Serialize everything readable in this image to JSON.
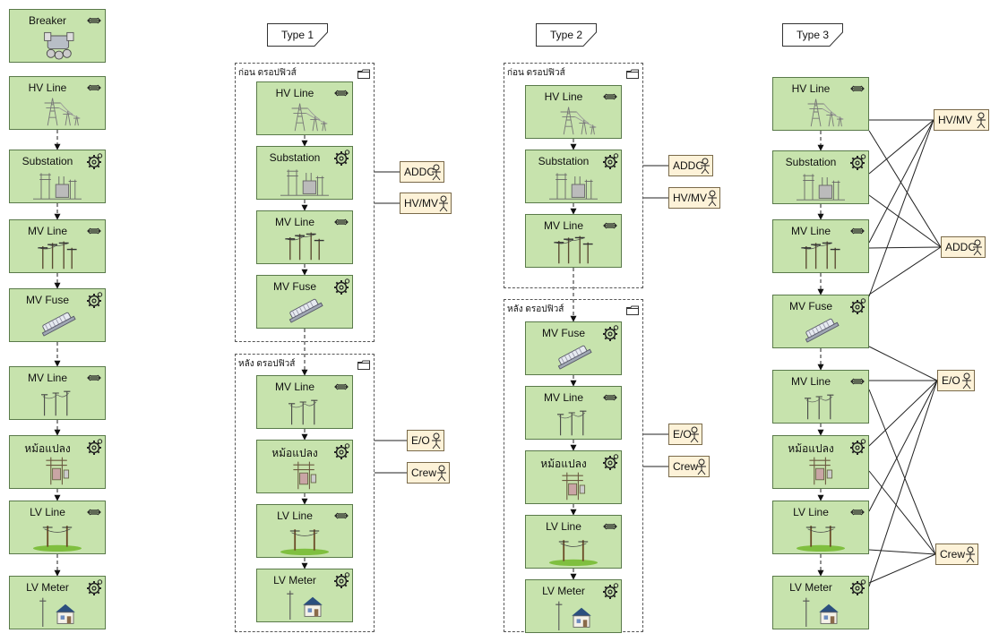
{
  "types": [
    {
      "label": "Type 1"
    },
    {
      "label": "Type 2"
    },
    {
      "label": "Type 3"
    }
  ],
  "groups": {
    "before": "ก่อน ดรอปฟิวส์",
    "after": "หลัง ดรอปฟิวส์"
  },
  "legend": [
    {
      "label": "Breaker",
      "badge": "flow",
      "pic": "breaker"
    },
    {
      "label": "HV Line",
      "badge": "flow",
      "pic": "hv"
    },
    {
      "label": "Substation",
      "badge": "gear",
      "pic": "substation"
    },
    {
      "label": "MV Line",
      "badge": "flow",
      "pic": "mv"
    },
    {
      "label": "MV Fuse",
      "badge": "gear",
      "pic": "fuse"
    },
    {
      "label": "MV Line",
      "badge": "flow",
      "pic": "mv2"
    },
    {
      "label": "หม้อแปลง",
      "badge": "gear",
      "pic": "transformer"
    },
    {
      "label": "LV Line",
      "badge": "flow",
      "pic": "lv"
    },
    {
      "label": "LV Meter",
      "badge": "gear",
      "pic": "meter"
    }
  ],
  "type1": {
    "before": [
      {
        "label": "HV Line",
        "badge": "flow",
        "pic": "hv"
      },
      {
        "label": "Substation",
        "badge": "gear",
        "pic": "substation"
      },
      {
        "label": "MV Line",
        "badge": "flow",
        "pic": "mv"
      },
      {
        "label": "MV Fuse",
        "badge": "gear",
        "pic": "fuse"
      }
    ],
    "after": [
      {
        "label": "MV Line",
        "badge": "flow",
        "pic": "mv2"
      },
      {
        "label": "หม้อแปลง",
        "badge": "gear",
        "pic": "transformer"
      },
      {
        "label": "LV Line",
        "badge": "flow",
        "pic": "lv"
      },
      {
        "label": "LV Meter",
        "badge": "gear",
        "pic": "meter"
      }
    ],
    "actors": [
      "ADDC",
      "HV/MV",
      "E/O",
      "Crew"
    ]
  },
  "type2": {
    "before": [
      {
        "label": "HV Line",
        "badge": "flow",
        "pic": "hv"
      },
      {
        "label": "Substation",
        "badge": "gear",
        "pic": "substation"
      },
      {
        "label": "MV Line",
        "badge": "flow",
        "pic": "mv"
      }
    ],
    "after": [
      {
        "label": "MV Fuse",
        "badge": "gear",
        "pic": "fuse"
      },
      {
        "label": "MV Line",
        "badge": "flow",
        "pic": "mv2"
      },
      {
        "label": "หม้อแปลง",
        "badge": "gear",
        "pic": "transformer"
      },
      {
        "label": "LV Line",
        "badge": "flow",
        "pic": "lv"
      },
      {
        "label": "LV Meter",
        "badge": "gear",
        "pic": "meter"
      }
    ],
    "actors": [
      "ADDC",
      "HV/MV",
      "E/O",
      "Crew"
    ]
  },
  "type3": {
    "nodes": [
      {
        "label": "HV Line",
        "badge": "flow",
        "pic": "hv"
      },
      {
        "label": "Substation",
        "badge": "gear",
        "pic": "substation"
      },
      {
        "label": "MV Line",
        "badge": "flow",
        "pic": "mv"
      },
      {
        "label": "MV Fuse",
        "badge": "gear",
        "pic": "fuse"
      },
      {
        "label": "MV Line",
        "badge": "flow",
        "pic": "mv2"
      },
      {
        "label": "หม้อแปลง",
        "badge": "gear",
        "pic": "transformer"
      },
      {
        "label": "LV Line",
        "badge": "flow",
        "pic": "lv"
      },
      {
        "label": "LV Meter",
        "badge": "gear",
        "pic": "meter"
      }
    ],
    "actors": [
      "HV/MV",
      "ADDC",
      "E/O",
      "Crew"
    ]
  },
  "colors": {
    "node_fill": "#c7e3ad",
    "node_border": "#5a7a4a",
    "actor_fill": "#fdf2d8",
    "line": "#222222"
  }
}
